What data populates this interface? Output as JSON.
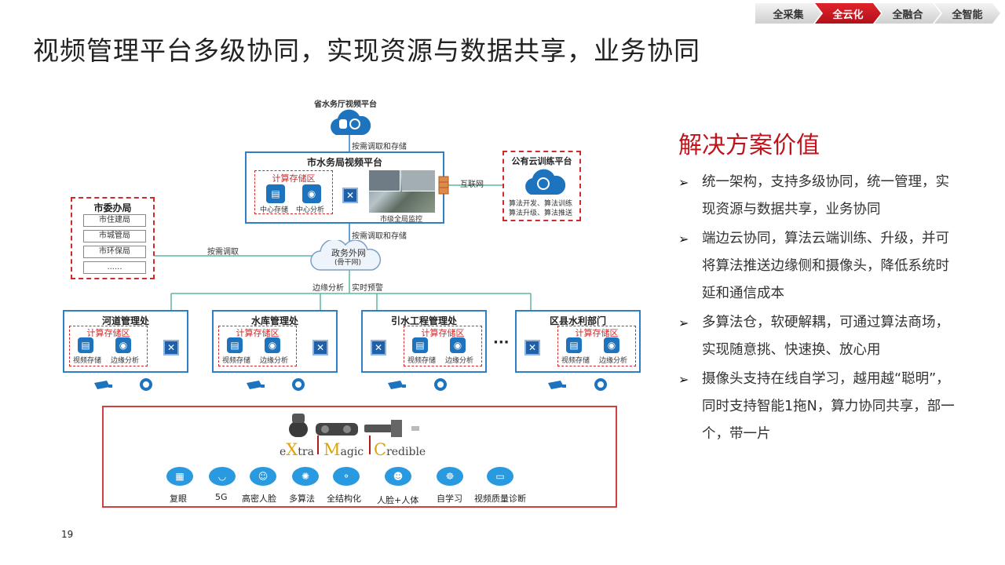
{
  "nav": [
    {
      "label": "全采集",
      "active": false
    },
    {
      "label": "全云化",
      "active": true
    },
    {
      "label": "全融合",
      "active": false
    },
    {
      "label": "全智能",
      "active": false
    }
  ],
  "page_title": "视频管理平台多级协同，实现资源与数据共享，业务协同",
  "diagram": {
    "province_platform": "省水务厅视频平台",
    "link_top": "按需调取和存储",
    "city_platform": {
      "title": "市水务局视频平台",
      "zone": "计算存储区",
      "items": [
        "中心存储",
        "中心分析"
      ],
      "monitor_label": "市级全局监控"
    },
    "internet_label": "互联网",
    "public_cloud": {
      "title": "公有云训练平台",
      "lines": [
        "算法开发、算法训练",
        "算法升级、算法推送"
      ]
    },
    "link_mid": "按需调取和存储",
    "city_committee": {
      "title": "市委办局",
      "items": [
        "市住建局",
        "市城管局",
        "市环保局",
        "......"
      ]
    },
    "link_left": "按需调取",
    "gov_network": {
      "line1": "政务外网",
      "line2": "(骨干网)"
    },
    "edge_label": "边缘分析",
    "alert_label": "实时预警",
    "branches": [
      {
        "title": "河道管理处",
        "zone": "计算存储区",
        "items": [
          "视频存储",
          "边缘分析"
        ]
      },
      {
        "title": "水库管理处",
        "zone": "计算存储区",
        "items": [
          "视频存储",
          "边缘分析"
        ]
      },
      {
        "title": "引水工程管理处",
        "zone": "计算存储区",
        "items": [
          "视频存储",
          "边缘分析"
        ]
      },
      {
        "title": "区县水利部门",
        "zone": "计算存储区",
        "items": [
          "视频存储",
          "边缘分析"
        ]
      }
    ],
    "ellipsis": "···",
    "product": {
      "xmc": [
        {
          "initial": "e",
          "big": "X",
          "rest": "tra"
        },
        {
          "initial": "",
          "big": "M",
          "rest": "agic"
        },
        {
          "initial": "",
          "big": "C",
          "rest": "redible"
        }
      ],
      "features": [
        "复眼",
        "5G",
        "高密人脸",
        "多算法",
        "全结构化",
        "人脸+人体",
        "自学习",
        "视频质量诊断"
      ]
    }
  },
  "value": {
    "title": "解决方案价值",
    "bullet_glyph": "➢",
    "items": [
      "统一架构，支持多级协同，统一管理，实现资源与数据共享，业务协同",
      "端边云协同，算法云端训练、升级，并可将算法推送边缘侧和摄像头，降低系统时延和通信成本",
      "多算法仓，软硬解耦，可通过算法商场，实现随意挑、快速换、放心用",
      "摄像头支持在线自学习，越用越“聪明”，同时支持智能1拖N，算力协同共享，部一个，带一片"
    ]
  },
  "page_number": "19",
  "colors": {
    "accent_red": "#c0141c",
    "line_blue": "#2f7fc6",
    "dash_red": "#d02a2a",
    "line_green": "#5cb8a0"
  }
}
